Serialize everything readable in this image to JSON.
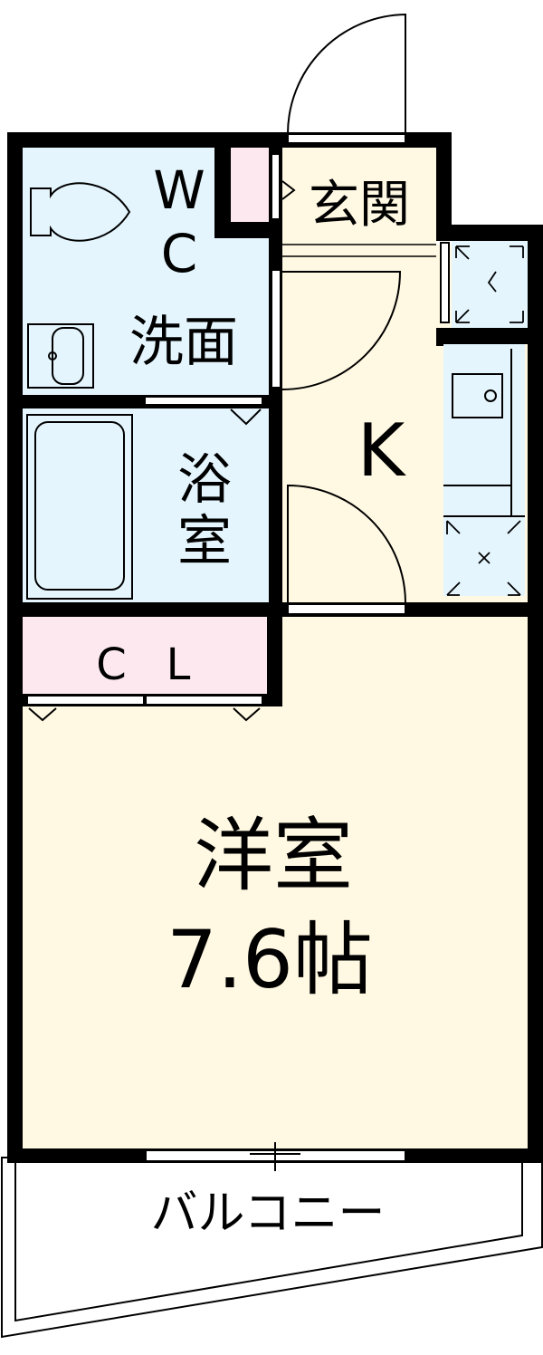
{
  "rooms": {
    "wc": {
      "line1": "W",
      "line2": "C"
    },
    "washroom": "洗面",
    "bath": {
      "line1": "浴",
      "line2": "室"
    },
    "entrance": "玄関",
    "kitchen": "K",
    "closet": {
      "c": "C",
      "l": "L"
    },
    "western_room": {
      "name": "洋室",
      "size": "7.6帖"
    },
    "balcony": "バルコニー"
  },
  "colors": {
    "wet_area": "#e4f5fd",
    "dry_area": "#fff8e2",
    "storage": "#fde8ef",
    "wall": "#000000"
  }
}
